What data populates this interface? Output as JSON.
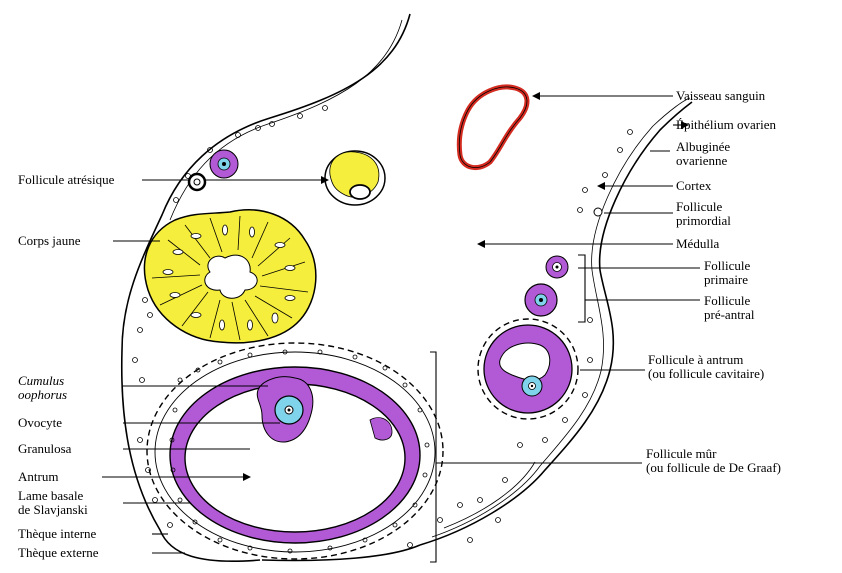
{
  "colors": {
    "corpus_luteum": "#f6ee3c",
    "follicle": "#b25ad6",
    "oocyte": "#7fd3ea",
    "vessel": "#d42b20",
    "outline": "#000000",
    "background": "#ffffff"
  },
  "labels": {
    "follicule_atresique": "Follicule atrésique",
    "corps_jaune": "Corps jaune",
    "cumulus_1": "Cumulus",
    "cumulus_2": "oophorus",
    "ovocyte": "Ovocyte",
    "granulosa": "Granulosa",
    "antrum": "Antrum",
    "lame_1": "Lame basale",
    "lame_2": "de Slavjanski",
    "theque_interne": "Thèque interne",
    "theque_externe": "Thèque externe",
    "vaisseau": "Vaisseau sanguin",
    "epithelium": "Épithélium ovarien",
    "albuginee_1": "Albuginée",
    "albuginee_2": "ovarienne",
    "cortex": "Cortex",
    "primordial_1": "Follicule",
    "primordial_2": "primordial",
    "medulla": "Médulla",
    "primaire_1": "Follicule",
    "primaire_2": "primaire",
    "preantral_1": "Follicule",
    "preantral_2": "pré-antral",
    "antral_1": "Follicule à antrum",
    "antral_2": "(ou follicule cavitaire)",
    "mur_1": "Follicule mûr",
    "mur_2": "(ou follicule de De Graaf)"
  }
}
